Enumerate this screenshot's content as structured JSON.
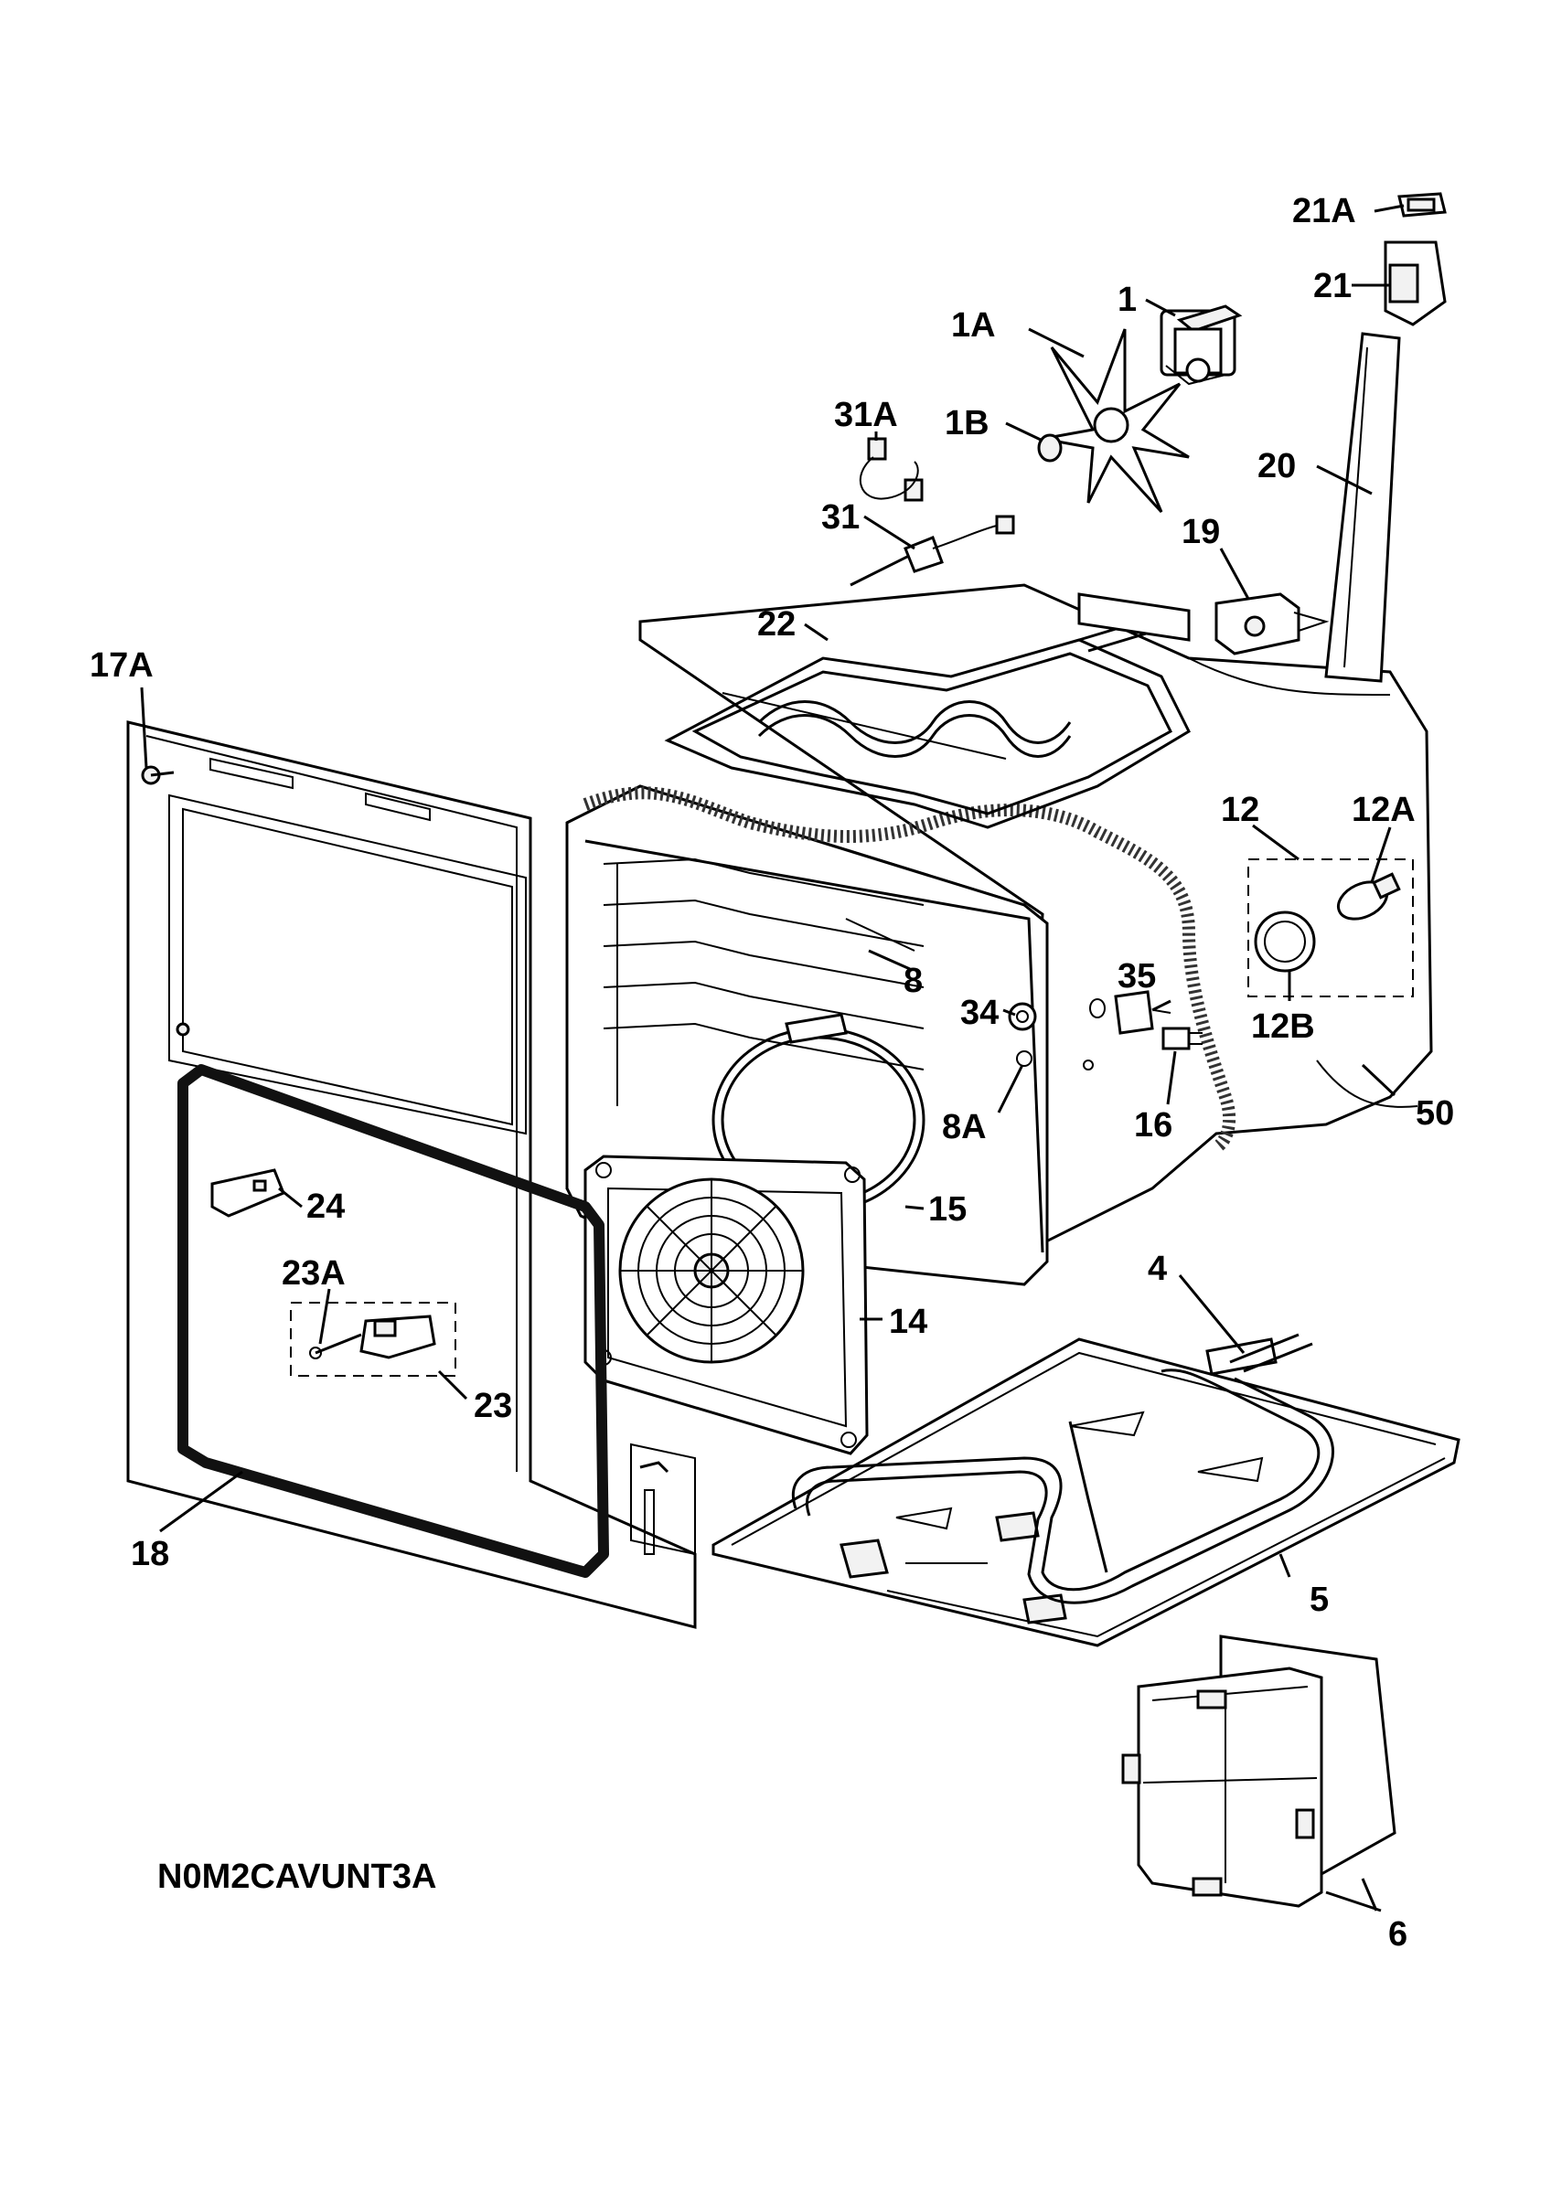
{
  "diagram_code": "N0M2CAVUNT3A",
  "callouts": [
    {
      "id": "21A",
      "text": "21A"
    },
    {
      "id": "21",
      "text": "21"
    },
    {
      "id": "1",
      "text": "1"
    },
    {
      "id": "1A",
      "text": "1A"
    },
    {
      "id": "1B",
      "text": "1B"
    },
    {
      "id": "31A",
      "text": "31A"
    },
    {
      "id": "31",
      "text": "31"
    },
    {
      "id": "20",
      "text": "20"
    },
    {
      "id": "19",
      "text": "19"
    },
    {
      "id": "22",
      "text": "22"
    },
    {
      "id": "17A",
      "text": "17A"
    },
    {
      "id": "12",
      "text": "12"
    },
    {
      "id": "12A",
      "text": "12A"
    },
    {
      "id": "12B",
      "text": "12B"
    },
    {
      "id": "8",
      "text": "8"
    },
    {
      "id": "35",
      "text": "35"
    },
    {
      "id": "34",
      "text": "34"
    },
    {
      "id": "8A",
      "text": "8A"
    },
    {
      "id": "16",
      "text": "16"
    },
    {
      "id": "50",
      "text": "50"
    },
    {
      "id": "24",
      "text": "24"
    },
    {
      "id": "15",
      "text": "15"
    },
    {
      "id": "23A",
      "text": "23A"
    },
    {
      "id": "4",
      "text": "4"
    },
    {
      "id": "14",
      "text": "14"
    },
    {
      "id": "23",
      "text": "23"
    },
    {
      "id": "18",
      "text": "18"
    },
    {
      "id": "5",
      "text": "5"
    },
    {
      "id": "6",
      "text": "6"
    }
  ]
}
